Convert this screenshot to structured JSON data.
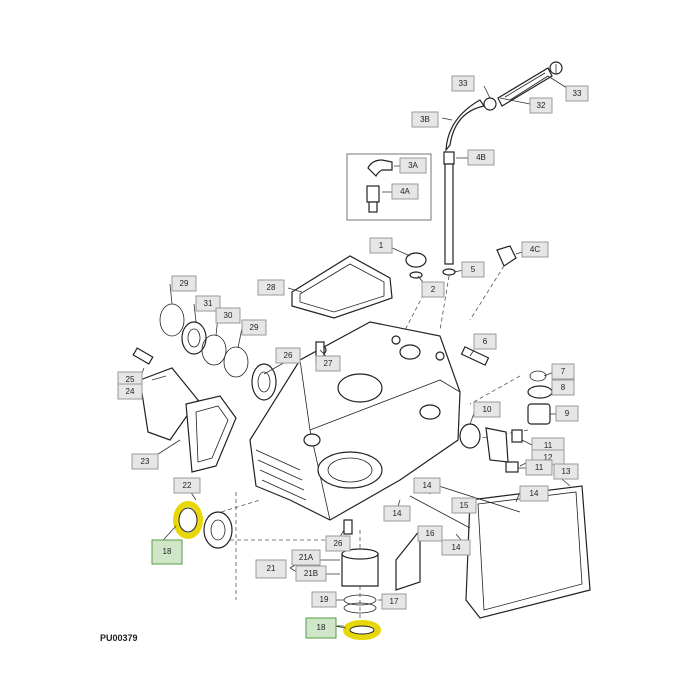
{
  "figure_id": "PU00379",
  "callouts": {
    "c1": "1",
    "c2": "2",
    "c3a": "3A",
    "c3b": "3B",
    "c4a": "4A",
    "c4b": "4B",
    "c4c": "4C",
    "c5": "5",
    "c6": "6",
    "c7": "7",
    "c8": "8",
    "c9": "9",
    "c10": "10",
    "c11a": "11",
    "c11b": "11",
    "c12": "12",
    "c13": "13",
    "c14a": "14",
    "c14b": "14",
    "c14c": "14",
    "c14d": "14",
    "c15": "15",
    "c16": "16",
    "c17": "17",
    "c18a": "18",
    "c18b": "18",
    "c19": "19",
    "c21": "21",
    "c21a": "21A",
    "c21b": "21B",
    "c22": "22",
    "c23": "23",
    "c24": "24",
    "c25": "25",
    "c26": "26",
    "c26b": "26",
    "c27": "27",
    "c28": "28",
    "c29a": "29",
    "c29b": "29",
    "c30": "30",
    "c31": "31",
    "c32": "32",
    "c33a": "33",
    "c33b": "33"
  },
  "colors": {
    "highlight": "#e8d80a",
    "highlight_label": "#cfe6c8",
    "label_bg": "#e6e6e6"
  }
}
